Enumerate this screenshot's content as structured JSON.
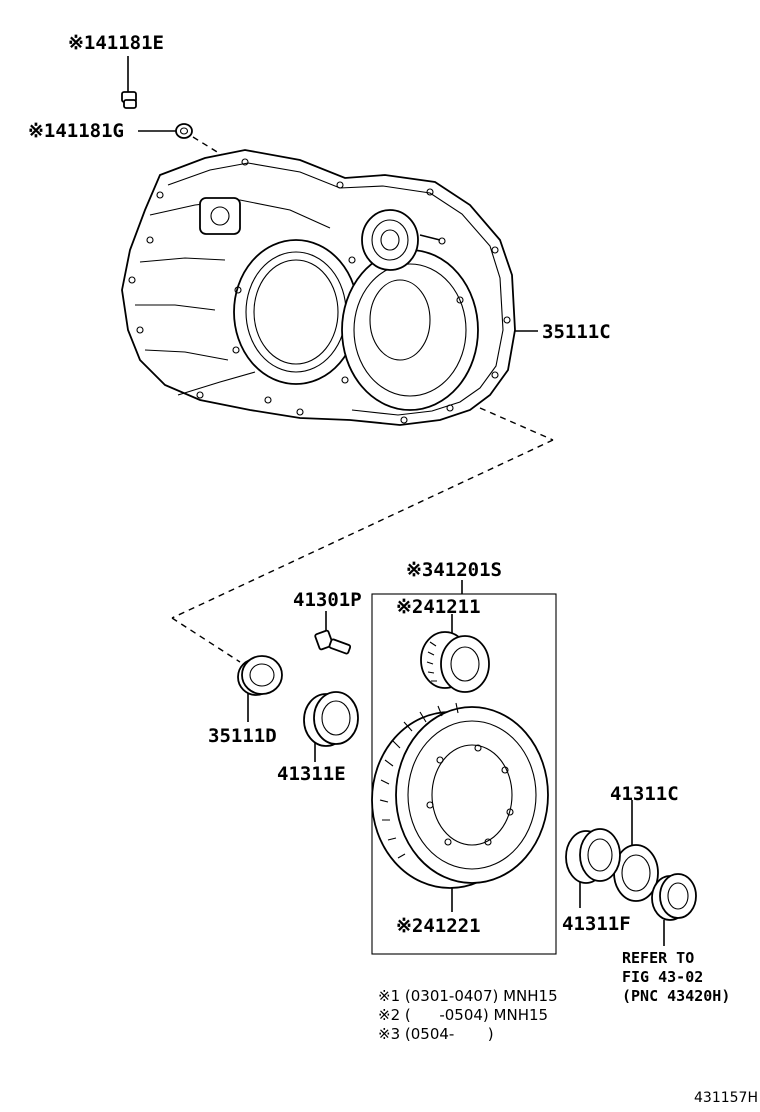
{
  "parts": {
    "plug": "※141181E",
    "gasket": "※141181G",
    "case": "35111C",
    "oil_seal": "35111D",
    "bolt": "41301P",
    "bearing_left": "41311E",
    "diff_assy": "※341201S",
    "pinion": "※241211",
    "ring_gear": "※241221",
    "bearing_race": "41311C",
    "bearing_right": "41311F"
  },
  "refer": {
    "line1": "REFER TO",
    "line2": "FIG 43-02",
    "line3": "(PNC 43420H)"
  },
  "notes": [
    "※1 (0301-0407) MNH15",
    "※2 (      -0504) MNH15",
    "※3 (0504-       )"
  ],
  "figure_code": "431157H"
}
